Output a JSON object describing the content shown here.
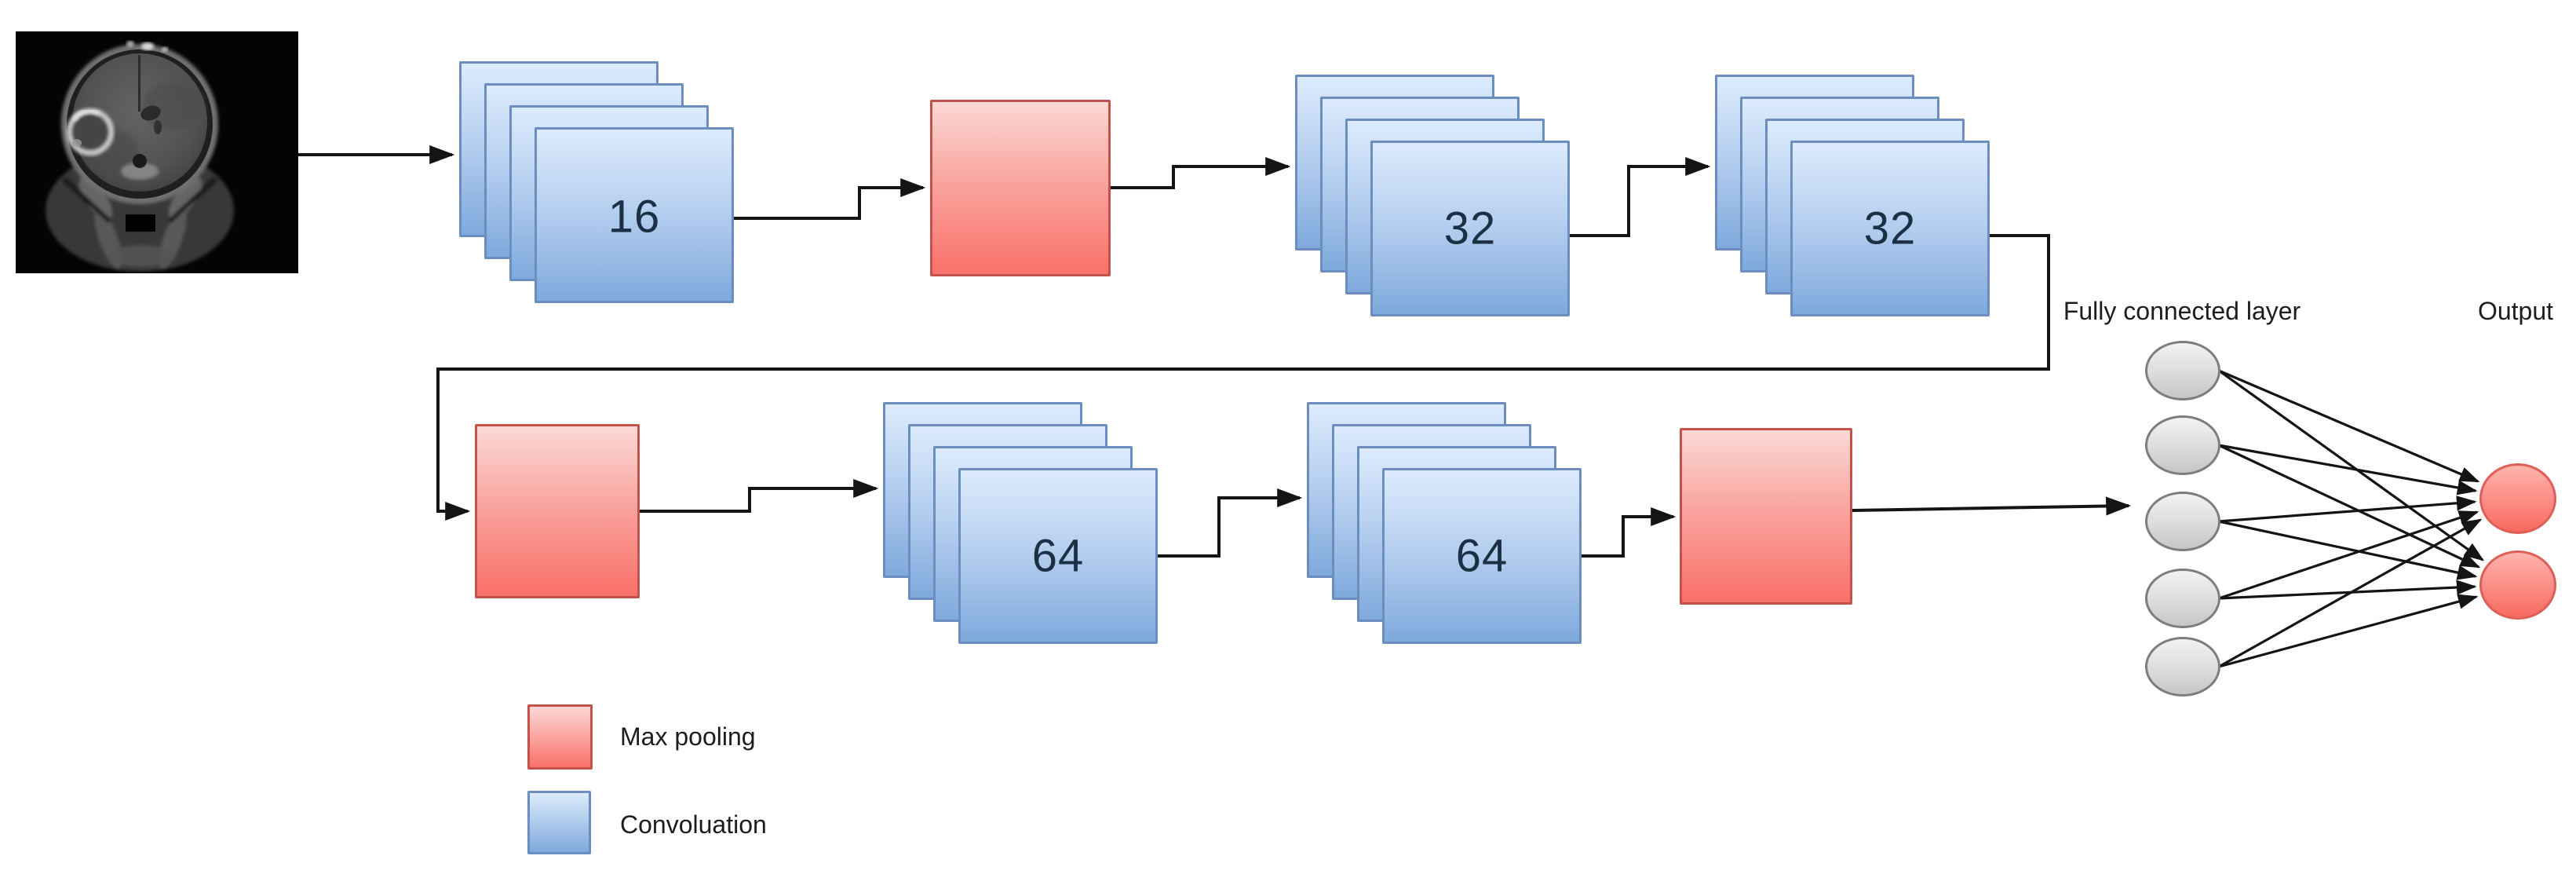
{
  "nodes": {
    "input_image": {
      "type": "brain-mri-scan"
    },
    "conv_stacks": [
      {
        "label": "16"
      },
      {
        "label": "32"
      },
      {
        "label": "32"
      },
      {
        "label": "64"
      },
      {
        "label": "64"
      }
    ],
    "max_pooling_count": 3,
    "fully_connected": {
      "label": "Fully connected layer",
      "neurons": 5
    },
    "output": {
      "label": "Output",
      "neurons": 2
    }
  },
  "legend": {
    "items": [
      {
        "label": "Max pooling",
        "color": "#f9716a"
      },
      {
        "label": "Convoluation",
        "color": "#7fa9dc"
      }
    ]
  },
  "colors": {
    "conv_fill_top": "#dcebfc",
    "conv_fill_bottom": "#7fa9dc",
    "conv_stroke": "#6c8ebf",
    "conv_label_text": "#1b2f45",
    "pool_fill_top": "#fbd8d5",
    "pool_fill_bottom": "#f9716a",
    "pool_stroke": "#c3524c",
    "neuron_fill": "#dcdcdc",
    "neuron_stroke": "#7d7d7d",
    "output_fill": "#fb8c84",
    "output_stroke": "#dd5f58",
    "connector": "#141414"
  }
}
